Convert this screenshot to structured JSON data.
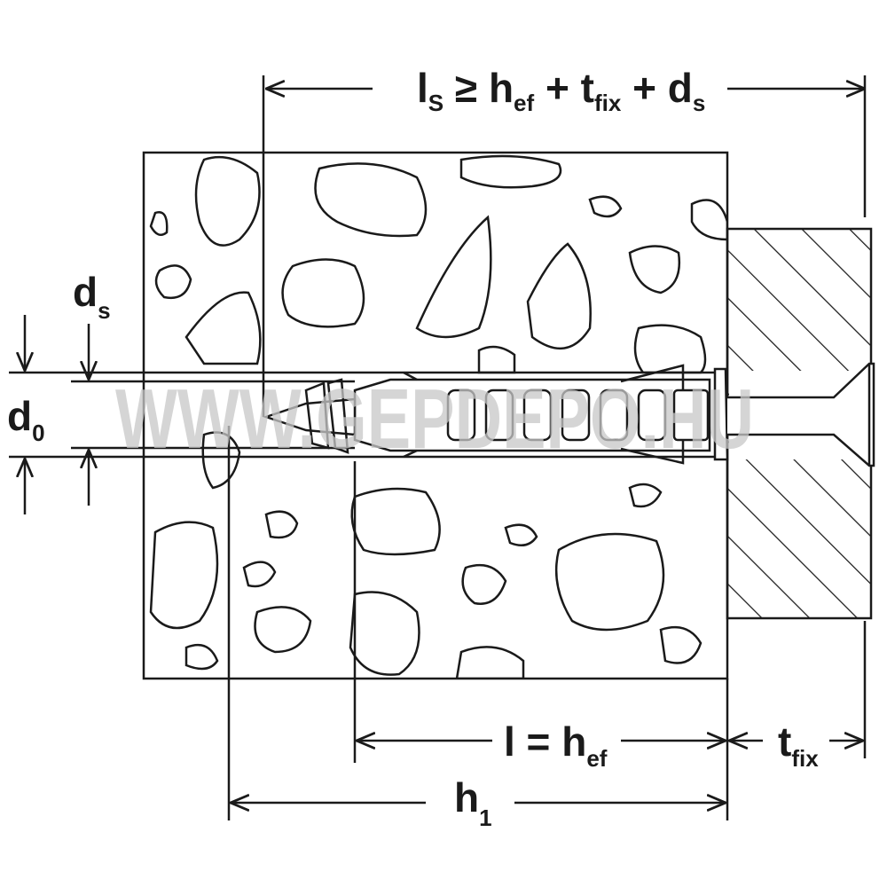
{
  "labels": {
    "ls_formula": {
      "l": "l",
      "l_sub": "S",
      "ge": "≥",
      "h": "h",
      "h_sub": "ef",
      "plus1": "+",
      "t": "t",
      "t_sub": "fix",
      "plus2": "+",
      "d": "d",
      "d_sub": "s"
    },
    "ds": {
      "main": "d",
      "sub": "s"
    },
    "d0": {
      "main": "d",
      "sub": "0"
    },
    "l_hef": {
      "main": "l = h",
      "sub": "ef"
    },
    "tfix": {
      "main": "t",
      "sub": "fix"
    },
    "h1": {
      "main": "h",
      "sub": "1"
    }
  },
  "watermark": "WWW.GEPDEPO.HU",
  "colors": {
    "line": "#1a1a1a",
    "watermark": "#c8c8c8"
  }
}
